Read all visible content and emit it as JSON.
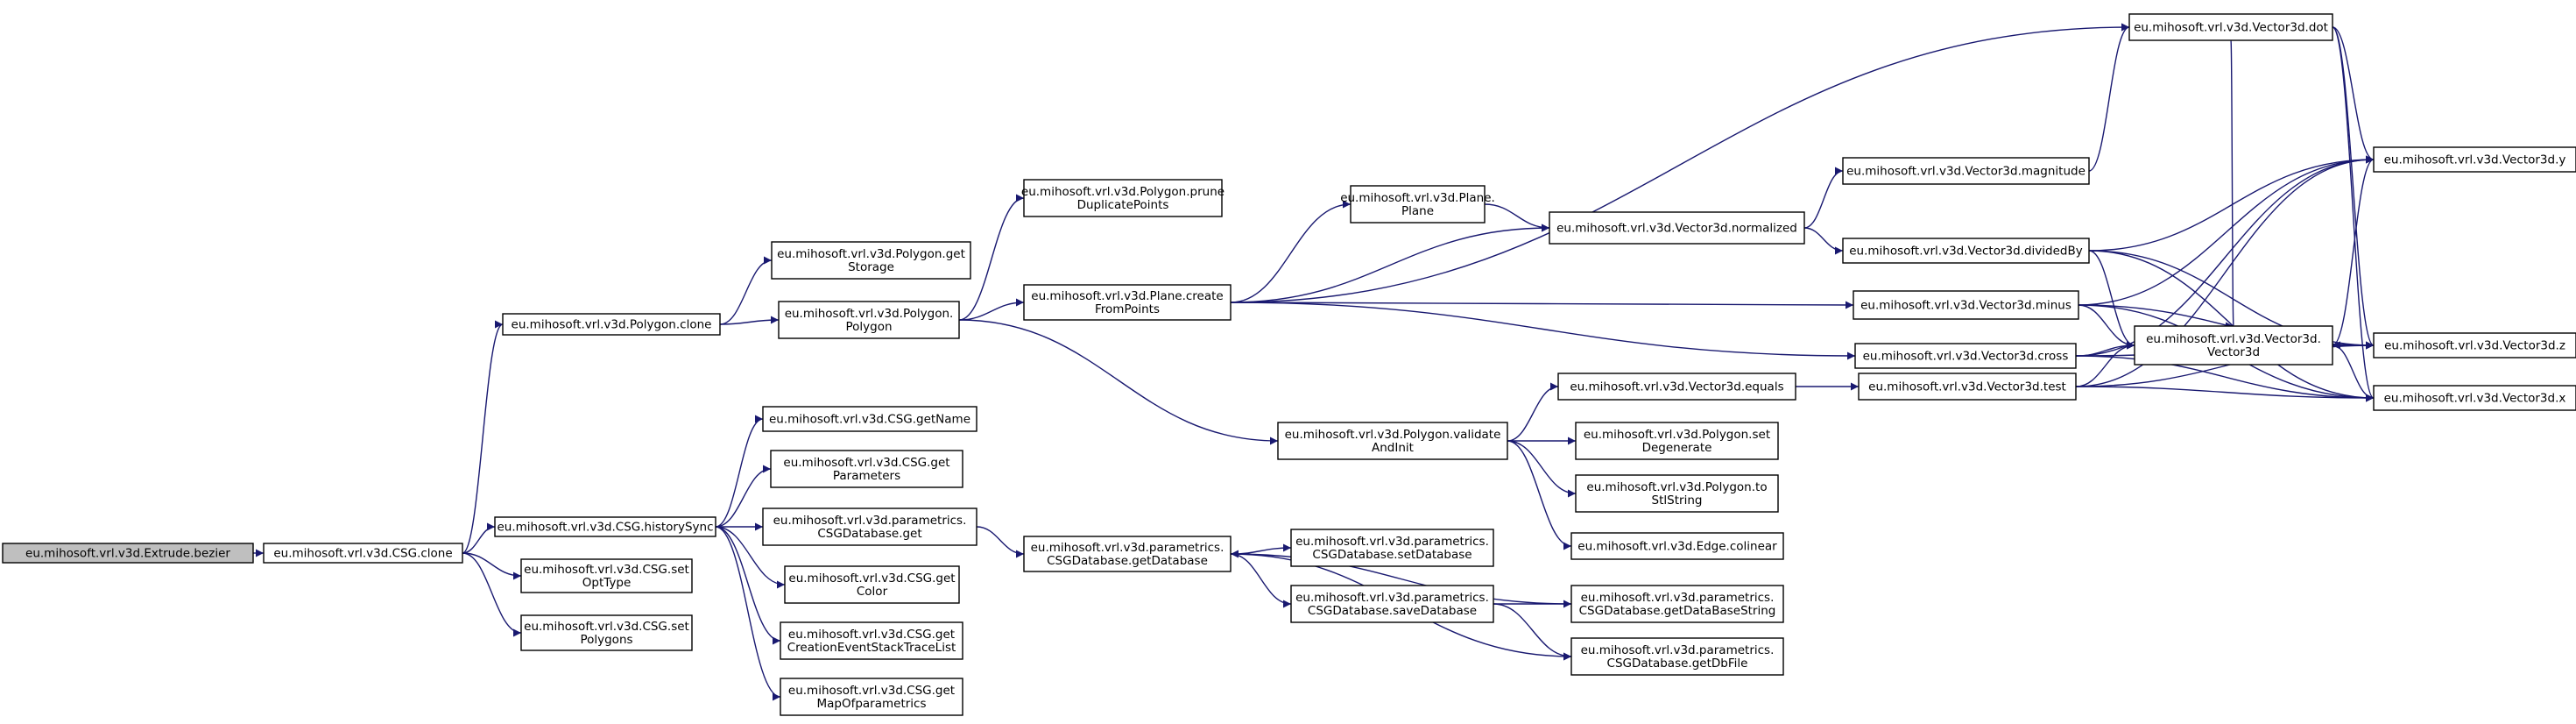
{
  "graph": {
    "edge_color": "#191970",
    "root_fill": "#bfbfbf",
    "nodes": [
      {
        "id": "n1",
        "lines": [
          "eu.mihosoft.vrl.v3d.Extrude.bezier"
        ],
        "root": true
      },
      {
        "id": "n2",
        "lines": [
          "eu.mihosoft.vrl.v3d.CSG.clone"
        ]
      },
      {
        "id": "n3",
        "lines": [
          "eu.mihosoft.vrl.v3d.Polygon.clone"
        ]
      },
      {
        "id": "n4",
        "lines": [
          "eu.mihosoft.vrl.v3d.CSG.historySync"
        ]
      },
      {
        "id": "n5",
        "lines": [
          "eu.mihosoft.vrl.v3d.CSG.set",
          "OptType"
        ]
      },
      {
        "id": "n6",
        "lines": [
          "eu.mihosoft.vrl.v3d.CSG.set",
          "Polygons"
        ]
      },
      {
        "id": "n7",
        "lines": [
          "eu.mihosoft.vrl.v3d.Polygon.get",
          "Storage"
        ]
      },
      {
        "id": "n8",
        "lines": [
          "eu.mihosoft.vrl.v3d.Polygon.",
          "Polygon"
        ]
      },
      {
        "id": "n9",
        "lines": [
          "eu.mihosoft.vrl.v3d.CSG.getName"
        ]
      },
      {
        "id": "n10",
        "lines": [
          "eu.mihosoft.vrl.v3d.CSG.get",
          "Parameters"
        ]
      },
      {
        "id": "n11",
        "lines": [
          "eu.mihosoft.vrl.v3d.parametrics.",
          "CSGDatabase.get"
        ]
      },
      {
        "id": "n12",
        "lines": [
          "eu.mihosoft.vrl.v3d.CSG.get",
          "Color"
        ]
      },
      {
        "id": "n13",
        "lines": [
          "eu.mihosoft.vrl.v3d.CSG.get",
          "CreationEventStackTraceList"
        ]
      },
      {
        "id": "n14",
        "lines": [
          "eu.mihosoft.vrl.v3d.CSG.get",
          "MapOfparametrics"
        ]
      },
      {
        "id": "n15",
        "lines": [
          "eu.mihosoft.vrl.v3d.Polygon.prune",
          "DuplicatePoints"
        ]
      },
      {
        "id": "n16",
        "lines": [
          "eu.mihosoft.vrl.v3d.Plane.create",
          "FromPoints"
        ]
      },
      {
        "id": "n17",
        "lines": [
          "eu.mihosoft.vrl.v3d.parametrics.",
          "CSGDatabase.getDatabase"
        ]
      },
      {
        "id": "n18",
        "lines": [
          "eu.mihosoft.vrl.v3d.Plane.",
          "Plane"
        ]
      },
      {
        "id": "n19",
        "lines": [
          "eu.mihosoft.vrl.v3d.Polygon.validate",
          "AndInit"
        ]
      },
      {
        "id": "n20",
        "lines": [
          "eu.mihosoft.vrl.v3d.parametrics.",
          "CSGDatabase.setDatabase"
        ]
      },
      {
        "id": "n21",
        "lines": [
          "eu.mihosoft.vrl.v3d.parametrics.",
          "CSGDatabase.saveDatabase"
        ]
      },
      {
        "id": "n22",
        "lines": [
          "eu.mihosoft.vrl.v3d.Vector3d.normalized"
        ]
      },
      {
        "id": "n23",
        "lines": [
          "eu.mihosoft.vrl.v3d.Vector3d.equals"
        ]
      },
      {
        "id": "n24",
        "lines": [
          "eu.mihosoft.vrl.v3d.Polygon.set",
          "Degenerate"
        ]
      },
      {
        "id": "n25",
        "lines": [
          "eu.mihosoft.vrl.v3d.Polygon.to",
          "StlString"
        ]
      },
      {
        "id": "n26",
        "lines": [
          "eu.mihosoft.vrl.v3d.Edge.colinear"
        ]
      },
      {
        "id": "n27",
        "lines": [
          "eu.mihosoft.vrl.v3d.parametrics.",
          "CSGDatabase.getDataBaseString"
        ]
      },
      {
        "id": "n28",
        "lines": [
          "eu.mihosoft.vrl.v3d.parametrics.",
          "CSGDatabase.getDbFile"
        ]
      },
      {
        "id": "n29",
        "lines": [
          "eu.mihosoft.vrl.v3d.Vector3d.magnitude"
        ]
      },
      {
        "id": "n30",
        "lines": [
          "eu.mihosoft.vrl.v3d.Vector3d.dividedBy"
        ]
      },
      {
        "id": "n31",
        "lines": [
          "eu.mihosoft.vrl.v3d.Vector3d.minus"
        ]
      },
      {
        "id": "n32",
        "lines": [
          "eu.mihosoft.vrl.v3d.Vector3d.cross"
        ]
      },
      {
        "id": "n33",
        "lines": [
          "eu.mihosoft.vrl.v3d.Vector3d.test"
        ]
      },
      {
        "id": "n34",
        "lines": [
          "eu.mihosoft.vrl.v3d.Vector3d.dot"
        ]
      },
      {
        "id": "n35",
        "lines": [
          "eu.mihosoft.vrl.v3d.Vector3d.",
          "Vector3d"
        ]
      },
      {
        "id": "n36",
        "lines": [
          "eu.mihosoft.vrl.v3d.Vector3d.y"
        ]
      },
      {
        "id": "n37",
        "lines": [
          "eu.mihosoft.vrl.v3d.Vector3d.z"
        ]
      },
      {
        "id": "n38",
        "lines": [
          "eu.mihosoft.vrl.v3d.Vector3d.x"
        ]
      }
    ],
    "edges": [
      [
        "n1",
        "n2"
      ],
      [
        "n2",
        "n3"
      ],
      [
        "n2",
        "n4"
      ],
      [
        "n2",
        "n5"
      ],
      [
        "n2",
        "n6"
      ],
      [
        "n3",
        "n7"
      ],
      [
        "n3",
        "n8"
      ],
      [
        "n4",
        "n9"
      ],
      [
        "n4",
        "n10"
      ],
      [
        "n4",
        "n11"
      ],
      [
        "n4",
        "n12"
      ],
      [
        "n4",
        "n13"
      ],
      [
        "n4",
        "n14"
      ],
      [
        "n8",
        "n15"
      ],
      [
        "n8",
        "n16"
      ],
      [
        "n8",
        "n19"
      ],
      [
        "n11",
        "n17"
      ],
      [
        "n16",
        "n18"
      ],
      [
        "n16",
        "n22"
      ],
      [
        "n16",
        "n31"
      ],
      [
        "n16",
        "n32"
      ],
      [
        "n16",
        "n34"
      ],
      [
        "n18",
        "n22"
      ],
      [
        "n17",
        "n20"
      ],
      [
        "n17",
        "n21"
      ],
      [
        "n17",
        "n28"
      ],
      [
        "n21",
        "n27"
      ],
      [
        "n21",
        "n28"
      ],
      [
        "n27",
        "n17"
      ],
      [
        "n19",
        "n23"
      ],
      [
        "n19",
        "n24"
      ],
      [
        "n19",
        "n25"
      ],
      [
        "n19",
        "n26"
      ],
      [
        "n22",
        "n29"
      ],
      [
        "n22",
        "n30"
      ],
      [
        "n29",
        "n34"
      ],
      [
        "n23",
        "n33"
      ],
      [
        "n30",
        "n35"
      ],
      [
        "n30",
        "n36"
      ],
      [
        "n30",
        "n37"
      ],
      [
        "n30",
        "n38"
      ],
      [
        "n31",
        "n35"
      ],
      [
        "n31",
        "n36"
      ],
      [
        "n31",
        "n37"
      ],
      [
        "n31",
        "n38"
      ],
      [
        "n32",
        "n35"
      ],
      [
        "n32",
        "n36"
      ],
      [
        "n32",
        "n37"
      ],
      [
        "n32",
        "n38"
      ],
      [
        "n33",
        "n35"
      ],
      [
        "n33",
        "n36"
      ],
      [
        "n33",
        "n37"
      ],
      [
        "n33",
        "n38"
      ],
      [
        "n34",
        "n35"
      ],
      [
        "n34",
        "n36"
      ],
      [
        "n34",
        "n37"
      ],
      [
        "n34",
        "n38"
      ],
      [
        "n36",
        "n35"
      ],
      [
        "n37",
        "n35"
      ],
      [
        "n38",
        "n35"
      ]
    ]
  }
}
